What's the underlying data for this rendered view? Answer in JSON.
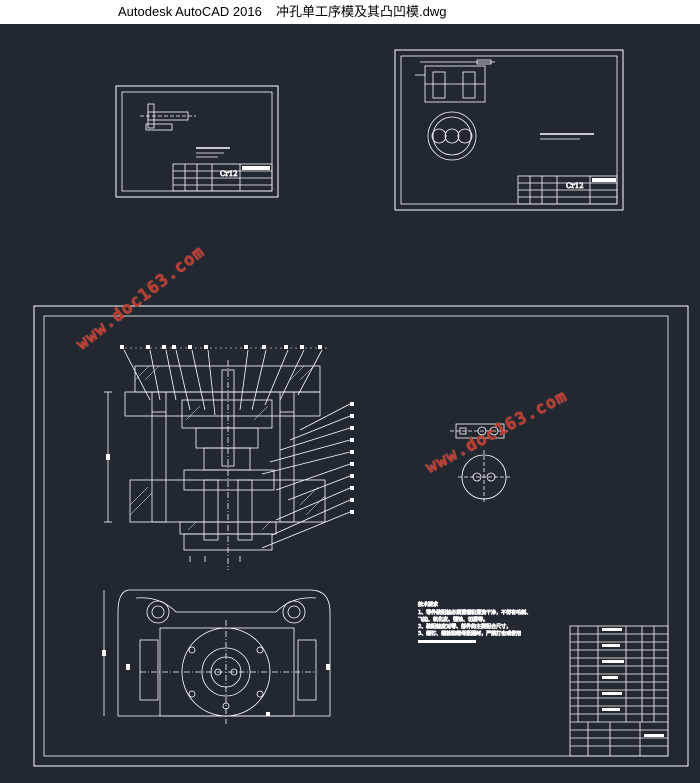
{
  "window": {
    "app_name": "Autodesk AutoCAD 2016",
    "file_name": "冲孔单工序模及其凸凹模.dwg"
  },
  "drawing": {
    "part_material_1": "Cr12",
    "part_material_2": "Cr12",
    "tech_notes_title": "技术要求",
    "tech_notes": [
      "1、零件装配前必须清理和清洗干净，不得有毛刺、",
      "飞边、氧化皮、锈蚀、切屑等。",
      "2、装配前应对零、部件的主要配合尺寸，",
      "3、螺钉、螺栓和螺母紧固时，严禁打击或使用"
    ]
  },
  "watermark": {
    "text": "www.doc163.com"
  },
  "colors": {
    "background": "#212830",
    "linework": "#ffffff",
    "watermark": "#c0392b"
  }
}
